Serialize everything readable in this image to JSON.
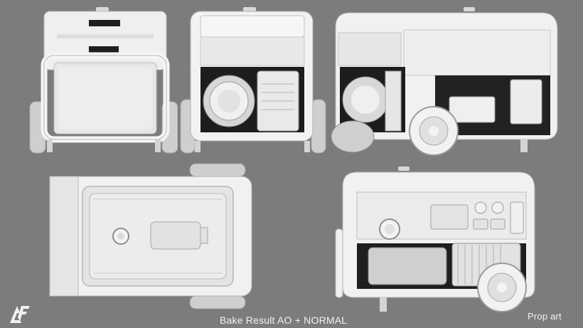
{
  "captions": {
    "bake_result": "Bake Result AO + NORMAL",
    "prop_art": "Prop art"
  },
  "logo": {
    "text": "AF"
  },
  "colors": {
    "background": "#7c7c7c",
    "clay_light": "#f3f3f3",
    "clay_mid": "#dcdcdc",
    "clay_shadow": "#9a9a9a",
    "cavity": "#1f1f1f",
    "caption_text": "#f2f2f2"
  },
  "views": [
    "front-view",
    "side-view-open",
    "three-quarter-view",
    "top-view",
    "side-view-panel"
  ]
}
